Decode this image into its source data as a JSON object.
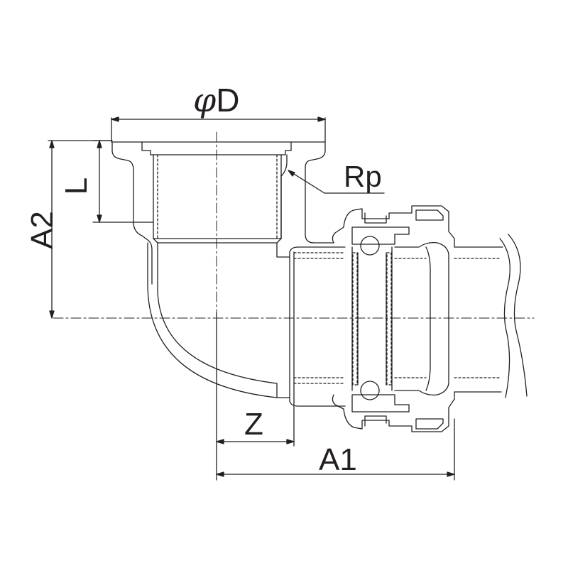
{
  "labels": {
    "phi": "φ",
    "d": "D",
    "rp": "Rp",
    "l": "L",
    "a2": "A2",
    "z": "Z",
    "a1": "A1"
  },
  "colors": {
    "line": "#231f20",
    "background": "#ffffff"
  }
}
